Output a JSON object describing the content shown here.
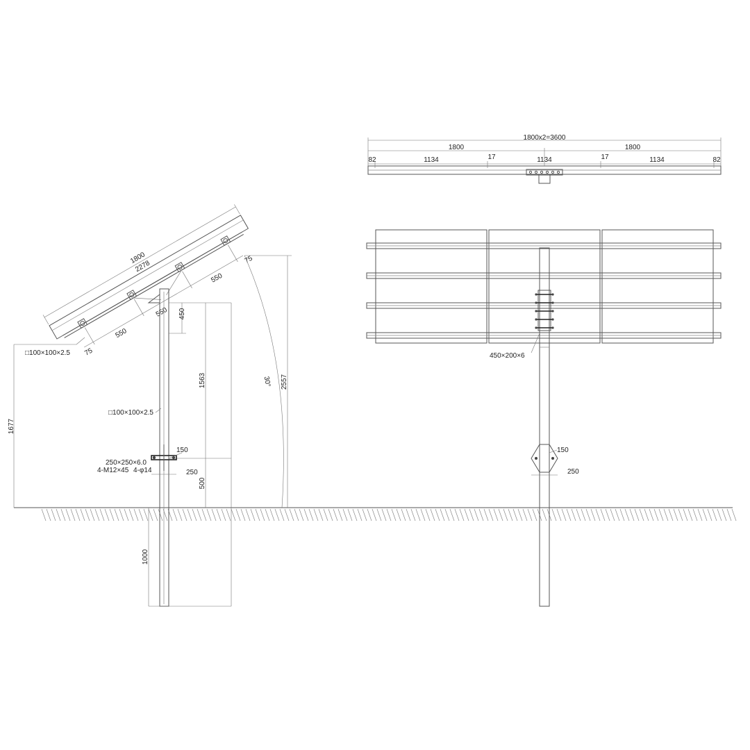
{
  "side_view": {
    "panel_length": "1800",
    "rail_length": "2278",
    "purlin_gap_upper": "550",
    "purlin_gap_lower": "550",
    "edge_upper": "75",
    "edge_lower": "75",
    "brace_len": "550",
    "bracket_height": "450",
    "post_upper_height": "1563",
    "total_height": "2557",
    "tilt_angle": "30°",
    "panel_low_height": "1677",
    "base_height": "500",
    "embed_depth": "1000",
    "rail_section": "□100×100×2.5",
    "post_section": "□100×100×2.5",
    "flange_width": "150",
    "flange_length": "250",
    "flange_plate": "250×250×6.0",
    "bolts": "4-M12×45",
    "holes": "4-φ14"
  },
  "top_view": {
    "total": "1800x2=3600",
    "half_left": "1800",
    "half_right": "1800",
    "edge_left": "82",
    "edge_right": "82",
    "span_1": "1134",
    "span_2": "1134",
    "span_3": "1134",
    "gap_left": "17",
    "gap_right": "17"
  },
  "front_view": {
    "connector_plate": "450×200×6",
    "flange_width": "150",
    "flange_length": "250"
  }
}
